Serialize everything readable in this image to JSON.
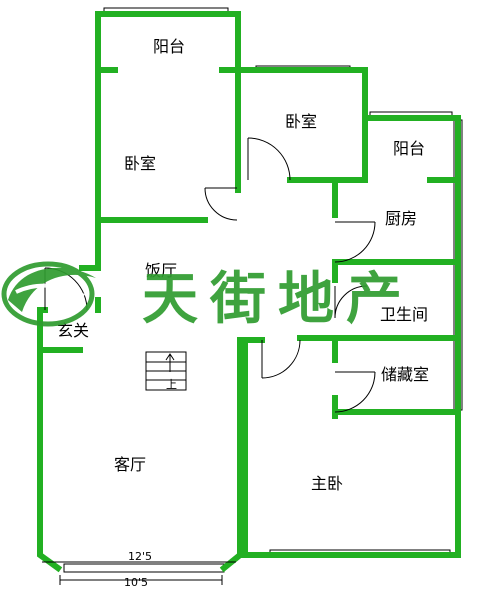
{
  "plan": {
    "rooms": {
      "balcony_top_left": "阳台",
      "bedroom_left": "卧室",
      "bedroom_center": "卧室",
      "balcony_right": "阳台",
      "kitchen": "厨房",
      "dining": "饭厅",
      "foyer": "玄关",
      "bathroom": "卫生间",
      "storage": "储藏室",
      "living": "客厅",
      "master_bedroom": "主卧"
    },
    "stair_marker": "上",
    "dimensions": {
      "outer": "12'5",
      "inner": "10'5"
    }
  },
  "watermark": {
    "text": "天街地产"
  },
  "colors": {
    "wall": "#22b022",
    "watermark": "#2f9c2f",
    "line": "#000000"
  }
}
